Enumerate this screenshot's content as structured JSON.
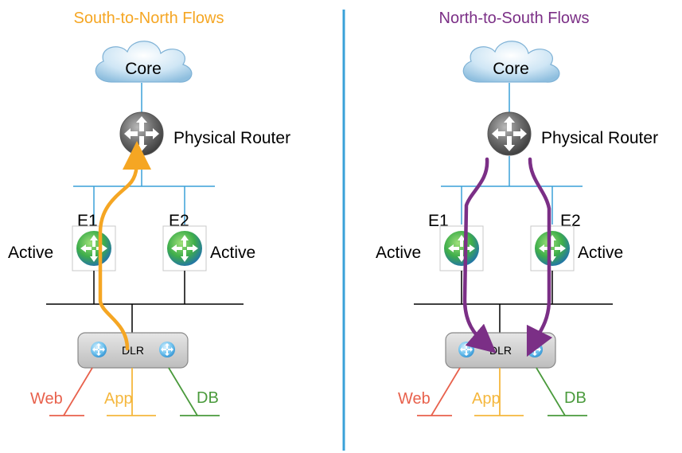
{
  "panels": [
    {
      "title": "South-to-North Flows",
      "title_color": "#f5a623",
      "core": "Core",
      "router": "Physical Router",
      "edges": [
        {
          "name": "E1",
          "state": "Active"
        },
        {
          "name": "E2",
          "state": "Active"
        }
      ],
      "dlr": "DLR",
      "segments": [
        {
          "label": "Web",
          "color": "#e8614c"
        },
        {
          "label": "App",
          "color": "#f5b73d"
        },
        {
          "label": "DB",
          "color": "#4a9a3c"
        }
      ],
      "flow_color": "#f5a623"
    },
    {
      "title": "North-to-South Flows",
      "title_color": "#7b2f86",
      "core": "Core",
      "router": "Physical Router",
      "edges": [
        {
          "name": "E1",
          "state": "Active"
        },
        {
          "name": "E2",
          "state": "Active"
        }
      ],
      "dlr": "DLR",
      "segments": [
        {
          "label": "Web",
          "color": "#e8614c"
        },
        {
          "label": "App",
          "color": "#f5b73d"
        },
        {
          "label": "DB",
          "color": "#4a9a3c"
        }
      ],
      "flow_color": "#7b2f86"
    }
  ],
  "divider_color": "#3aa1d8",
  "link_color": "#3aa1d8"
}
